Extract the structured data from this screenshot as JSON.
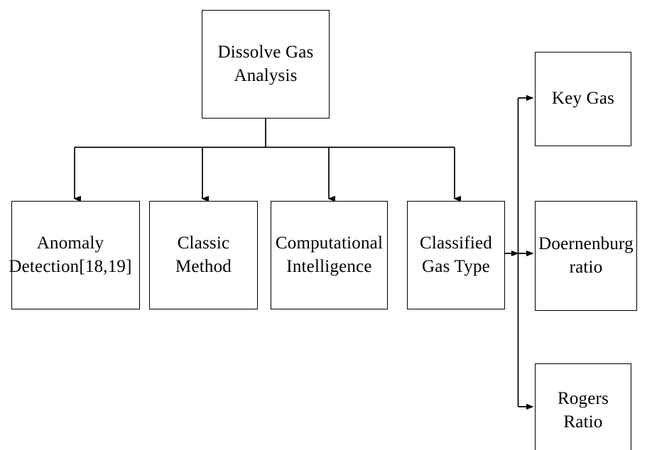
{
  "diagram": {
    "title": "Dissolve Gas Analysis classification diagram",
    "background_color": "#ffffff",
    "line_color": "#000000",
    "nodes": {
      "root": {
        "label": "Dissolve Gas\nAnalysis"
      },
      "anomaly": {
        "label": "Anomaly\nDetection[18,19]"
      },
      "classic": {
        "label": "Classic\nMethod"
      },
      "computational": {
        "label": "Computational\nIntelligence"
      },
      "classified": {
        "label": "Classified\nGas Type"
      },
      "key_gas": {
        "label": "Key Gas"
      },
      "doernenburg": {
        "label": "Doernenburg\nratio"
      },
      "rogers": {
        "label": "Rogers\nRatio"
      }
    },
    "edges": [
      {
        "from": "root",
        "to": "anomaly",
        "style": "orthogonal-arrow"
      },
      {
        "from": "root",
        "to": "classic",
        "style": "orthogonal-arrow"
      },
      {
        "from": "root",
        "to": "computational",
        "style": "orthogonal-arrow"
      },
      {
        "from": "root",
        "to": "classified",
        "style": "orthogonal-arrow"
      },
      {
        "from": "classified",
        "to": "key_gas",
        "style": "orthogonal-arrow"
      },
      {
        "from": "classified",
        "to": "doernenburg",
        "style": "orthogonal-arrow"
      },
      {
        "from": "classified",
        "to": "rogers",
        "style": "orthogonal-arrow"
      }
    ]
  }
}
